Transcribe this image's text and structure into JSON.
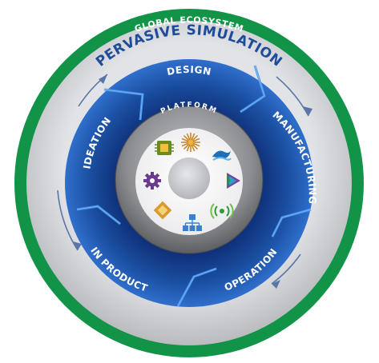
{
  "diagram": {
    "outer_ring_label": "GLOBAL ECOSYSTEM",
    "middle_ring_label": "PERVASIVE SIMULATION",
    "platform_label": "PLATFORM",
    "stages": [
      {
        "label": "DESIGN"
      },
      {
        "label": "MANUFACTURING"
      },
      {
        "label": "OPERATION"
      },
      {
        "label": "IN PRODUCT"
      },
      {
        "label": "IDEATION"
      }
    ],
    "platform_icons": [
      {
        "name": "chip-icon"
      },
      {
        "name": "sunburst-icon"
      },
      {
        "name": "wave-icon"
      },
      {
        "name": "play-icon"
      },
      {
        "name": "signal-icon"
      },
      {
        "name": "network-icon"
      },
      {
        "name": "diamond-icon"
      },
      {
        "name": "gear-icon"
      }
    ],
    "colors": {
      "outer_green": "#119447",
      "gray_ring": "#d8d9dc",
      "blue_dark": "#0f2f78",
      "blue_mid": "#1f5fb4",
      "blue_light": "#4c8fe2",
      "arrow_blue": "#5a76a8",
      "platform_gray": "#9a9b9e"
    }
  }
}
